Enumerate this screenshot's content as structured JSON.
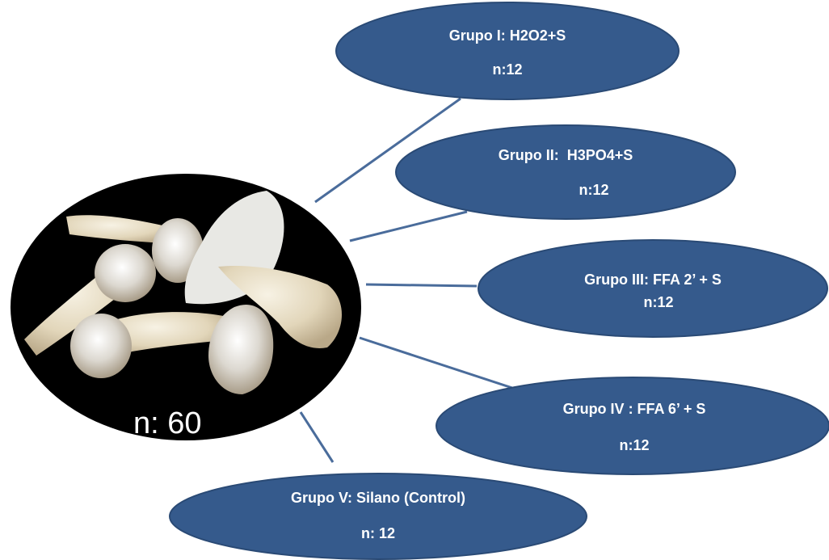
{
  "center": {
    "image_subject": "extracted-teeth-photo",
    "label": "n: 60"
  },
  "groups": [
    {
      "title": "Grupo I: H2O2+S",
      "count": "n:12"
    },
    {
      "title": "Grupo II:  H3PO4+S",
      "count": "n:12"
    },
    {
      "title": "Grupo III: FFA 2’ + S",
      "count": "n:12"
    },
    {
      "title": "Grupo IV : FFA 6’ + S",
      "count": "n:12"
    },
    {
      "title": "Grupo V: Silano (Control)",
      "count": "n: 12"
    }
  ],
  "colors": {
    "ellipse_fill": "#355A8C",
    "ellipse_stroke": "#2A4A75",
    "connector": "#4A6C9B",
    "text": "#FFFFFF",
    "photo_bg": "#000000"
  }
}
